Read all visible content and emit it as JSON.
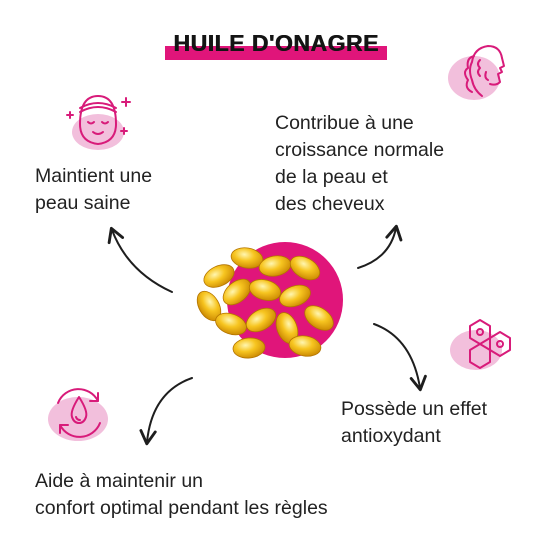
{
  "title": "HUILE D'ONAGRE",
  "benefits": [
    {
      "icon": "face-care-icon",
      "text_lines": [
        "Maintient une",
        "peau saine"
      ]
    },
    {
      "icon": "hair-profile-icon",
      "text_lines": [
        "Contribue à une",
        "croissance normale",
        "de la peau et",
        "des cheveux"
      ]
    },
    {
      "icon": "molecule-icon",
      "text_lines": [
        "Possède un effet",
        "antioxydant"
      ]
    },
    {
      "icon": "cycle-drop-icon",
      "text_lines": [
        "Aide à maintenir un",
        "confort optimal pendant les règles"
      ]
    }
  ],
  "colors": {
    "accent": "#e0157a",
    "blob": "#f2bfdc",
    "capsule": "#f5b800"
  }
}
